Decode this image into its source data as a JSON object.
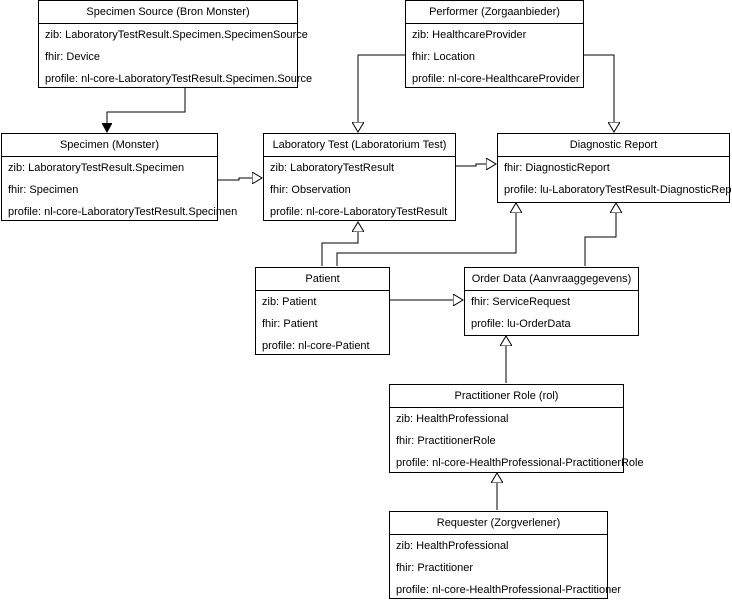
{
  "boxes": {
    "specimen_source": {
      "title": "Specimen Source (Bron Monster)",
      "rows": [
        "zib: LaboratoryTestResult.Specimen.SpecimenSource",
        "fhir: Device",
        "profile: nl-core-LaboratoryTestResult.Specimen.Source"
      ]
    },
    "performer": {
      "title": "Performer (Zorgaanbieder)",
      "rows": [
        "zib: HealthcareProvider",
        "fhir: Location",
        "profile: nl-core-HealthcareProvider"
      ]
    },
    "specimen": {
      "title": "Specimen (Monster)",
      "rows": [
        "zib: LaboratoryTestResult.Specimen",
        "fhir: Specimen",
        "profile: nl-core-LaboratoryTestResult.Specimen"
      ]
    },
    "lab_test": {
      "title": "Laboratory Test (Laboratorium Test)",
      "rows": [
        "zib: LaboratoryTestResult",
        "fhir: Observation",
        "profile: nl-core-LaboratoryTestResult"
      ]
    },
    "diagnostic_report": {
      "title": "Diagnostic Report",
      "rows": [
        "fhir: DiagnosticReport",
        "profile: lu-LaboratoryTestResult-DiagnosticReport"
      ]
    },
    "patient": {
      "title": "Patient",
      "rows": [
        "zib: Patient",
        "fhir: Patient",
        "profile: nl-core-Patient"
      ]
    },
    "order_data": {
      "title": "Order Data (Aanvraaggegevens)",
      "rows": [
        "fhir: ServiceRequest",
        "profile: lu-OrderData"
      ]
    },
    "practitioner_role": {
      "title": "Practitioner Role (rol)",
      "rows": [
        "zib: HealthProfessional",
        "fhir: PractitionerRole",
        "profile: nl-core-HealthProfessional-PractitionerRole"
      ]
    },
    "requester": {
      "title": "Requester (Zorgverlener)",
      "rows": [
        "zib: HealthProfessional",
        "fhir: Practitioner",
        "profile: nl-core-HealthProfessional-Practitioner"
      ]
    }
  }
}
